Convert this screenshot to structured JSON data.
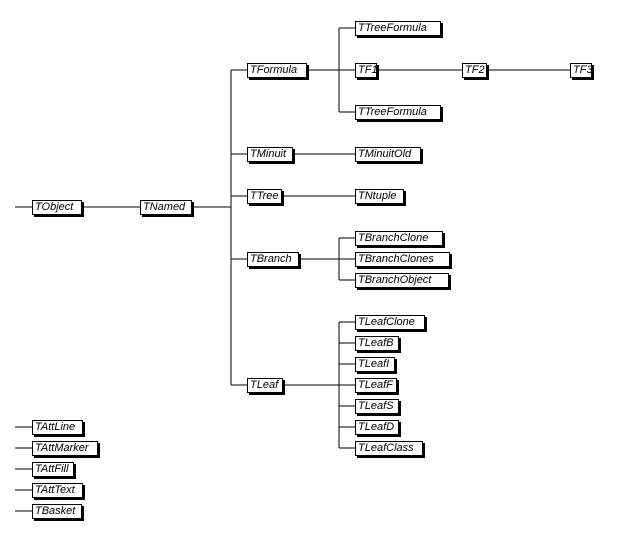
{
  "classes": {
    "tobject": "TObject",
    "tnamed": "TNamed",
    "tformula": "TFormula",
    "ttreeformula_1": "TTreeFormula",
    "tf1": "TF1",
    "tf2": "TF2",
    "tf3": "TF3",
    "ttreeformula_2": "TTreeFormula",
    "tminuit": "TMinuit",
    "tminuitold": "TMinuitOld",
    "ttree": "TTree",
    "tntuple": "TNtuple",
    "tbranch": "TBranch",
    "tbranchclone": "TBranchClone",
    "tbranchclones": "TBranchClones",
    "tbranchobject": "TBranchObject",
    "tleaf": "TLeaf",
    "tleafclone": "TLeafClone",
    "tleafb": "TLeafB",
    "tleafi": "TLeafI",
    "tleaff": "TLeafF",
    "tleafs": "TLeafS",
    "tleafd": "TLeafD",
    "tleafclass": "TLeafClass",
    "tattline": "TAttLine",
    "tattmarker": "TAttMarker",
    "tattfill": "TAttFill",
    "tatttext": "TAttText",
    "tbasket": "TBasket"
  }
}
